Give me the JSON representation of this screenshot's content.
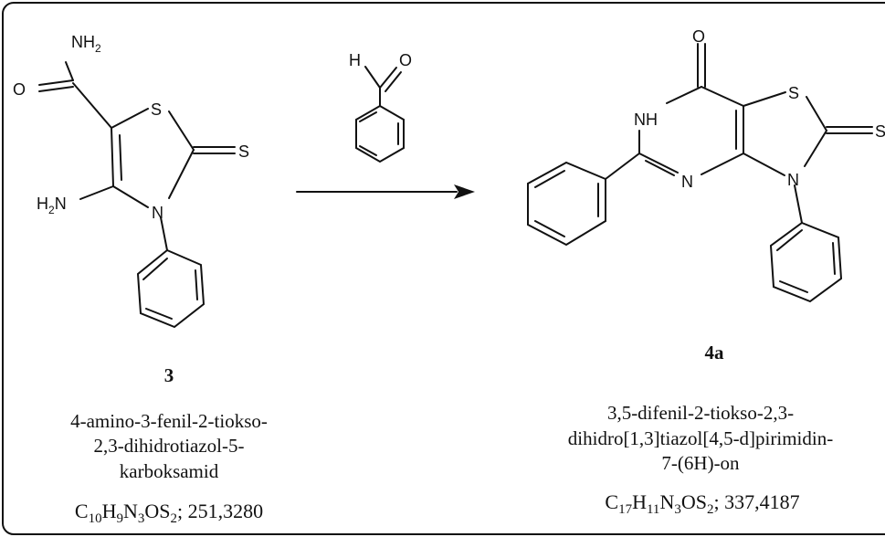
{
  "reactant": {
    "number": "3",
    "name_lines": [
      "4-amino-3-fenil-2-tiokso-",
      "2,3-dihidrotiazol-5-",
      "karboksamid"
    ],
    "formula": {
      "C": "C",
      "c_sub": "10",
      "H": "H",
      "h_sub": "9",
      "N": "N",
      "n_sub": "3",
      "OS": "OS",
      "s_sub": "2",
      "mass": "; 251,3280"
    },
    "atoms": {
      "nh2_top": "NH",
      "nh2_top_sub": "2",
      "o": "O",
      "s_ring": "S",
      "s_thione": "S",
      "n_ring": "N",
      "h2n_h": "H",
      "h2n_sub": "2",
      "h2n_n": "N"
    }
  },
  "reagent": {
    "h": "H",
    "o": "O"
  },
  "product": {
    "number": "4a",
    "name_lines": [
      "3,5-difenil-2-tiokso-2,3-",
      "dihidro[1,3]tiazol[4,5-d]pirimidin-",
      "7-(6H)-on"
    ],
    "formula": {
      "C": "C",
      "c_sub": "17",
      "H": "H",
      "h_sub": "11",
      "N": "N",
      "n_sub": "3",
      "OS": "OS",
      "s_sub": "2",
      "mass": "; 337,4187"
    },
    "atoms": {
      "o": "O",
      "nh": "NH",
      "s_ring": "S",
      "s_thione": "S",
      "n_pyrimidine": "N",
      "n_ring": "N"
    }
  }
}
